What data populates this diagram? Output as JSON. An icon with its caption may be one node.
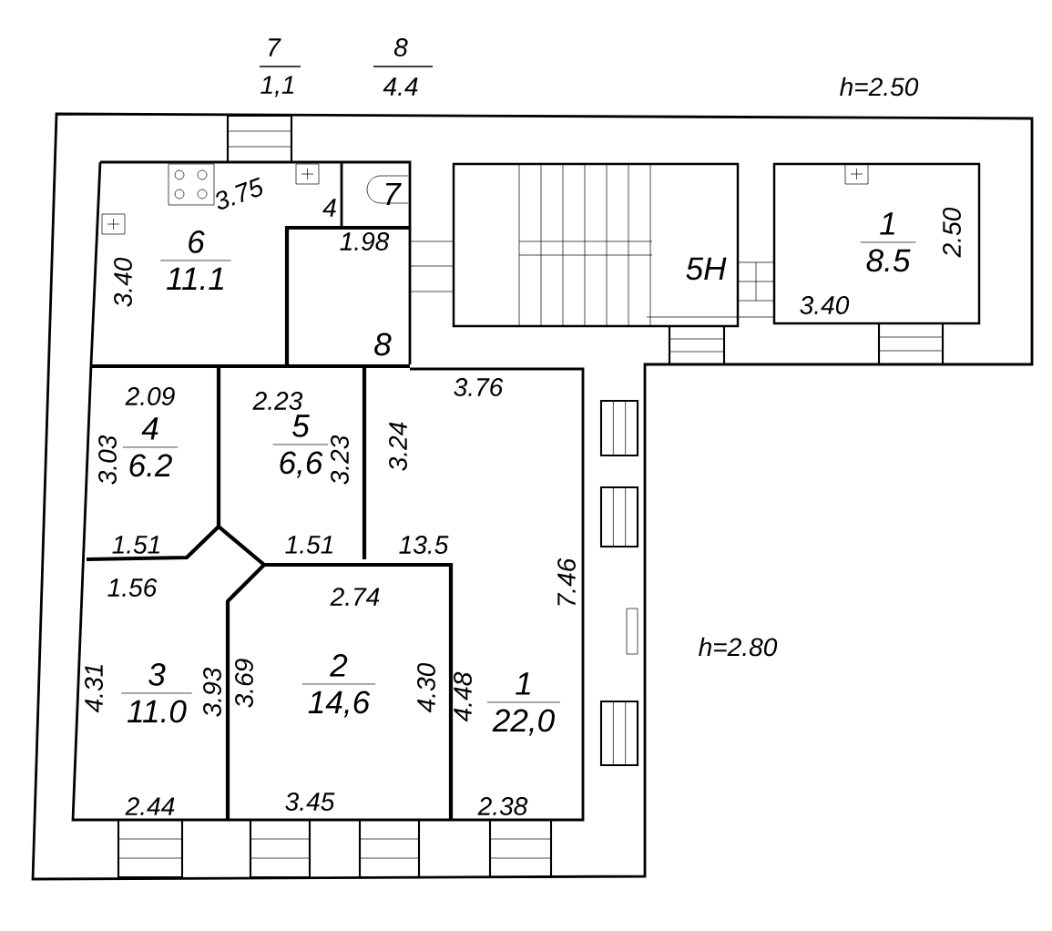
{
  "diagram": {
    "nodes": [
      {
        "text": [
          "6",
          "11.1"
        ]
      },
      {
        "text": [
          "7"
        ]
      },
      {
        "text": [
          "8"
        ]
      },
      {
        "text": [
          "5Н"
        ]
      },
      {
        "text": [
          "1",
          "8.5"
        ]
      },
      {
        "text": [
          "4",
          "6.2"
        ]
      },
      {
        "text": [
          "5",
          "6,6"
        ]
      },
      {
        "text": [
          "3",
          "11.0"
        ]
      },
      {
        "text": [
          "2",
          "14,6"
        ]
      },
      {
        "text": [
          "1",
          "22,0"
        ]
      }
    ],
    "labels": [
      "7",
      "1,1",
      "8",
      "4.4",
      "h=2.50",
      "3.75",
      "4",
      "1.98",
      "3.40",
      "2.09",
      "2.23",
      "3.76",
      "3.03",
      "3.23",
      "3.24",
      "1.51",
      "1.51",
      "13.5",
      "1.56",
      "2.74",
      "4.31",
      "3.93",
      "3.69",
      "4.30",
      "4.48",
      "7.46",
      "2.44",
      "3.45",
      "2.38",
      "3.40",
      "2.50",
      "h=2.80"
    ]
  }
}
